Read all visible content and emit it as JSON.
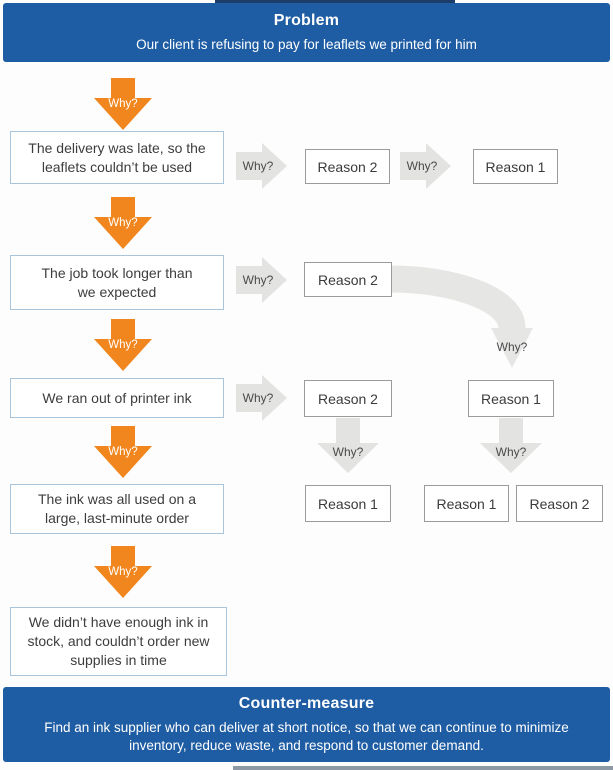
{
  "colors": {
    "banner_blue": "#1e5ca3",
    "arrow_orange": "#f0861d",
    "arrow_gray": "#e3e3e1",
    "cause_border": "#a9c5dc",
    "reason_border": "#9b9b9b"
  },
  "labels": {
    "why": "Why?"
  },
  "header": {
    "title": "Problem",
    "subtitle": "Our client is refusing to pay for leaflets we printed for him"
  },
  "causes": [
    "The delivery was late, so the\nleaflets couldn’t be used",
    "The job took longer than\nwe expected",
    "We ran out of printer ink",
    "The ink was all used on a\nlarge, last-minute order",
    "We didn’t have enough ink in\nstock, and couldn’t order new\nsupplies in time"
  ],
  "reason_boxes": {
    "row1": [
      "Reason 2",
      "Reason 1"
    ],
    "row2": [
      "Reason 2"
    ],
    "row3": [
      "Reason 2",
      "Reason 1"
    ],
    "row4": [
      "Reason 1",
      "Reason 1",
      "Reason 2"
    ]
  },
  "footer": {
    "title": "Counter-measure",
    "body": "Find an ink supplier who can deliver at short notice, so that we can continue to minimize\ninventory, reduce waste, and respond to customer demand."
  }
}
